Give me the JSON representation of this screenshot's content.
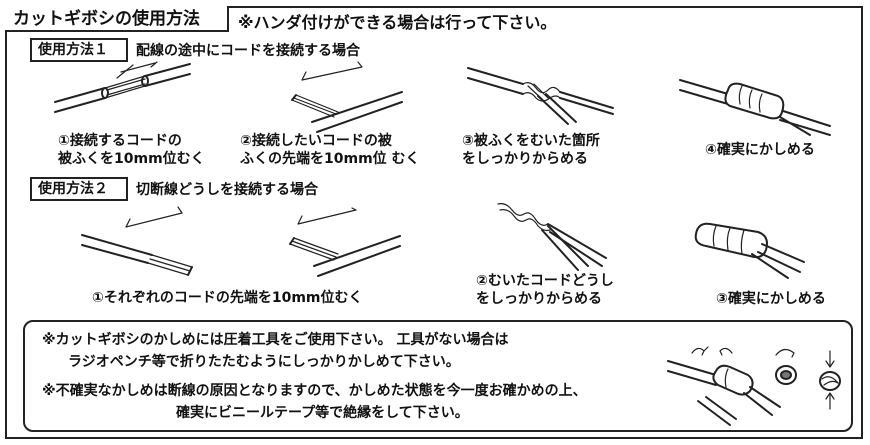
{
  "header": {
    "title": "カットギボシの使用方法",
    "note": "※ハンダ付けができる場合は行って下さい。"
  },
  "method1": {
    "label": "使用方法１",
    "desc": "配線の途中にコードを接続する場合",
    "steps": [
      {
        "line1": "①接続するコードの",
        "line2": "被ふくを10mm位むく"
      },
      {
        "line1": "②接続したいコードの被",
        "line2": "ふくの先端を10mm位 むく"
      },
      {
        "line1": "③被ふくをむいた箇所",
        "line2": "をしっかりからめる"
      },
      {
        "line1": "④確実にかしめる",
        "line2": ""
      }
    ]
  },
  "method2": {
    "label": "使用方法２",
    "desc": "切断線どうしを接続する場合",
    "steps": [
      {
        "line1": "①それぞれのコードの先端を10mm位むく",
        "line2": ""
      },
      {
        "line1": "②むいたコードどうし",
        "line2": "をしっかりからめる"
      },
      {
        "line1": "③確実にかしめる",
        "line2": ""
      }
    ]
  },
  "notes": {
    "line1": "※カットギボシのかしめには圧着工具をご使用下さい。 工具がない場合は",
    "line2": "ラジオペンチ等で折りたたむようにしっかりかしめて下さい。",
    "line3": "※不確実なかしめは断線の原因となりますので、かしめた状態を今一度お確かめの上、",
    "line4": "確実にビニールテープ等で絶縁をして下さい。"
  },
  "icons": {
    "m1_step1": "stripped-wire-middle-icon",
    "m1_step2": "stripped-wire-end-icon",
    "m1_step3": "twisted-wires-icon",
    "m1_step4": "crimped-connector-icon",
    "m2_step1a": "stripped-wire-end-icon",
    "m2_step1b": "stripped-wire-end-icon",
    "m2_step2": "twisted-wires-icon",
    "m2_step3": "crimped-connector-icon",
    "crimp_demo": "crimping-demo-icon"
  }
}
